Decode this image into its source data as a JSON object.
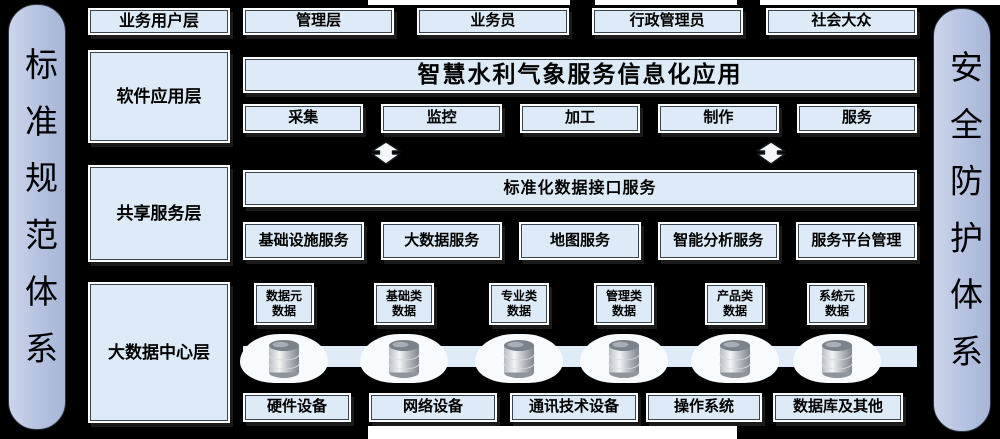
{
  "colors": {
    "background": "#000000",
    "box_fill": "#dcebf7",
    "box_border_white": "#fdfeff",
    "box_inner_line": "#3a444f",
    "pill_fill": "#b5c2e0",
    "cloud_fill": "#f7fbfe",
    "cloud_strip_fill": "#dfecf7",
    "db_icon_silver": "#c9ced4",
    "arrow_white": "#f4f8fb"
  },
  "icons": {
    "database_icon": "stacked silver database cylinder",
    "four_way_arrow_icon": "white up-down connector arrow"
  },
  "side_bars": {
    "left_label": "标准规范体系",
    "right_label": "安全防护体系"
  },
  "layer_labels": {
    "user": "业务用户层",
    "software": "软件应用层",
    "share": "共享服务层",
    "bigdata": "大数据中心层"
  },
  "user_layer": {
    "items": [
      "管理层",
      "业务员",
      "行政管理员",
      "社会大众"
    ]
  },
  "software_layer": {
    "title": "智慧水利气象服务信息化应用",
    "items": [
      "采集",
      "监控",
      "加工",
      "制作",
      "服务"
    ]
  },
  "share_layer": {
    "banner": "标准化数据接口服务",
    "items": [
      "基础设施服务",
      "大数据服务",
      "地图服务",
      "智能分析服务",
      "服务平台管理"
    ]
  },
  "bigdata_layer": {
    "data_items": [
      {
        "line1": "数据元",
        "line2": "数据"
      },
      {
        "line1": "基础类",
        "line2": "数据"
      },
      {
        "line1": "专业类",
        "line2": "数据"
      },
      {
        "line1": "管理类",
        "line2": "数据"
      },
      {
        "line1": "产品类",
        "line2": "数据"
      },
      {
        "line1": "系统元",
        "line2": "数据"
      }
    ],
    "infra_items": [
      "硬件设备",
      "网络设备",
      "通讯技术设备",
      "操作系统",
      "数据库及其他"
    ]
  }
}
